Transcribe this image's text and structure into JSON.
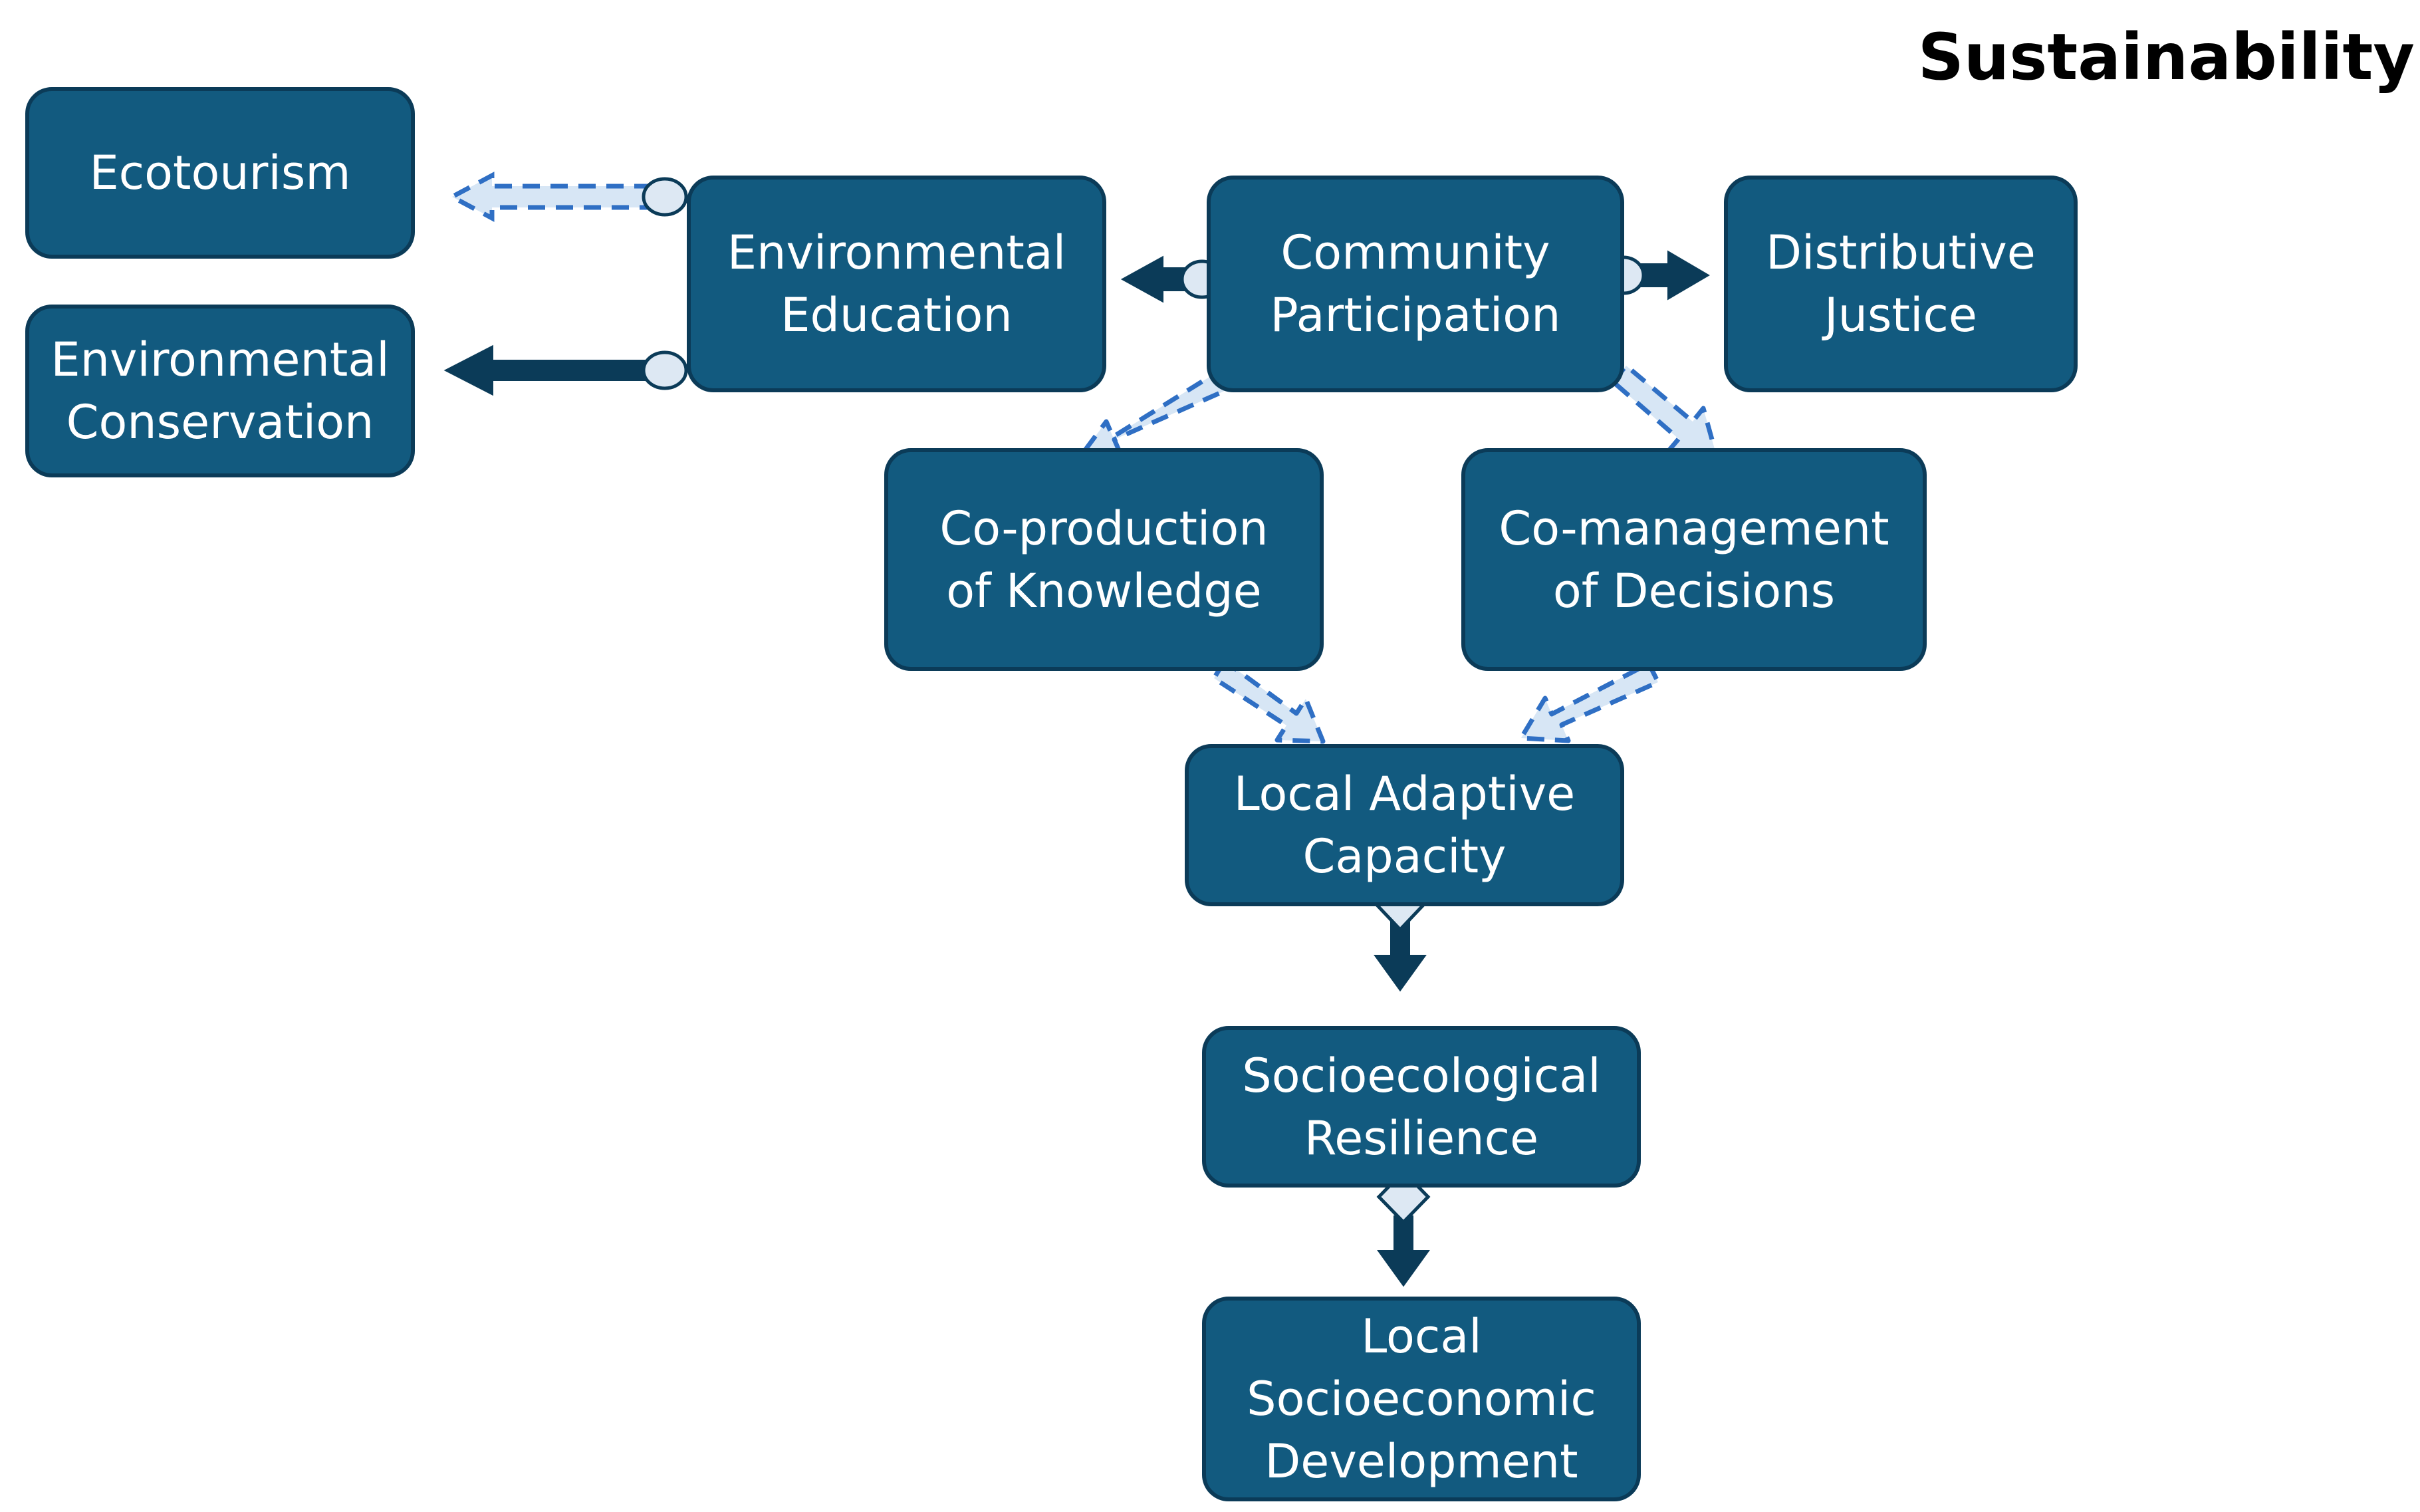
{
  "title": "Sustainability",
  "colors": {
    "node_fill": "#125a7f",
    "node_border": "#0b3b58",
    "node_text": "#ffffff",
    "solid_arrow": "#0b3b58",
    "dashed_arrow": "#2f6fc4",
    "dashed_arrow_fill": "#d7e6f5",
    "connector_marker_fill": "#dde8f3"
  },
  "nodes": {
    "ecotourism": "Ecotourism",
    "environmental_conservation": "Environmental\nConservation",
    "environmental_education": "Environmental\nEducation",
    "community_participation": "Community\nParticipation",
    "distributive_justice": "Distributive\nJustice",
    "coproduction_of_knowledge": "Co-production\nof Knowledge",
    "comanagement_of_decisions": "Co-management\nof Decisions",
    "local_adaptive_capacity": "Local Adaptive\nCapacity",
    "socioecological_resilience": "Socioecological\nResilience",
    "local_socioeconomic_development": "Local\nSocioeconomic\nDevelopment"
  },
  "edges": [
    {
      "from": "environmental_education",
      "to": "ecotourism",
      "style": "dashed",
      "start_marker": "circle"
    },
    {
      "from": "environmental_education",
      "to": "environmental_conservation",
      "style": "solid",
      "start_marker": "circle"
    },
    {
      "from": "community_participation",
      "to": "environmental_education",
      "style": "solid",
      "start_marker": "circle"
    },
    {
      "from": "community_participation",
      "to": "distributive_justice",
      "style": "solid",
      "start_marker": "circle"
    },
    {
      "from": "community_participation",
      "to": "coproduction_of_knowledge",
      "style": "dashed"
    },
    {
      "from": "community_participation",
      "to": "comanagement_of_decisions",
      "style": "dashed"
    },
    {
      "from": "coproduction_of_knowledge",
      "to": "local_adaptive_capacity",
      "style": "dashed"
    },
    {
      "from": "comanagement_of_decisions",
      "to": "local_adaptive_capacity",
      "style": "dashed"
    },
    {
      "from": "local_adaptive_capacity",
      "to": "socioecological_resilience",
      "style": "solid",
      "start_marker": "diamond"
    },
    {
      "from": "socioecological_resilience",
      "to": "local_socioeconomic_development",
      "style": "solid",
      "start_marker": "diamond"
    }
  ]
}
